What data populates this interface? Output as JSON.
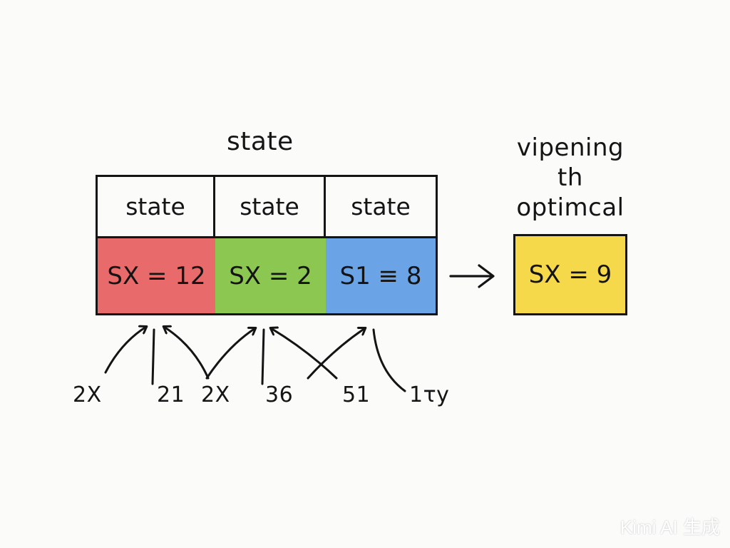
{
  "diagram": {
    "title": "state",
    "columns": [
      {
        "header": "state",
        "value": "SX = 12",
        "color": "#e86a6a"
      },
      {
        "header": "state",
        "value": "SX = 2",
        "color": "#8cc751"
      },
      {
        "header": "state",
        "value": "S1 ≡ 8",
        "color": "#6ba4e6"
      }
    ],
    "result": {
      "caption_lines": [
        "vipening",
        "th",
        "optimcal"
      ],
      "value": "SX = 9",
      "color": "#f5d94a"
    },
    "inputs": [
      "2X",
      "21",
      "2X",
      "36",
      "51",
      "1τy"
    ]
  },
  "watermark": "Kimi AI 生成"
}
